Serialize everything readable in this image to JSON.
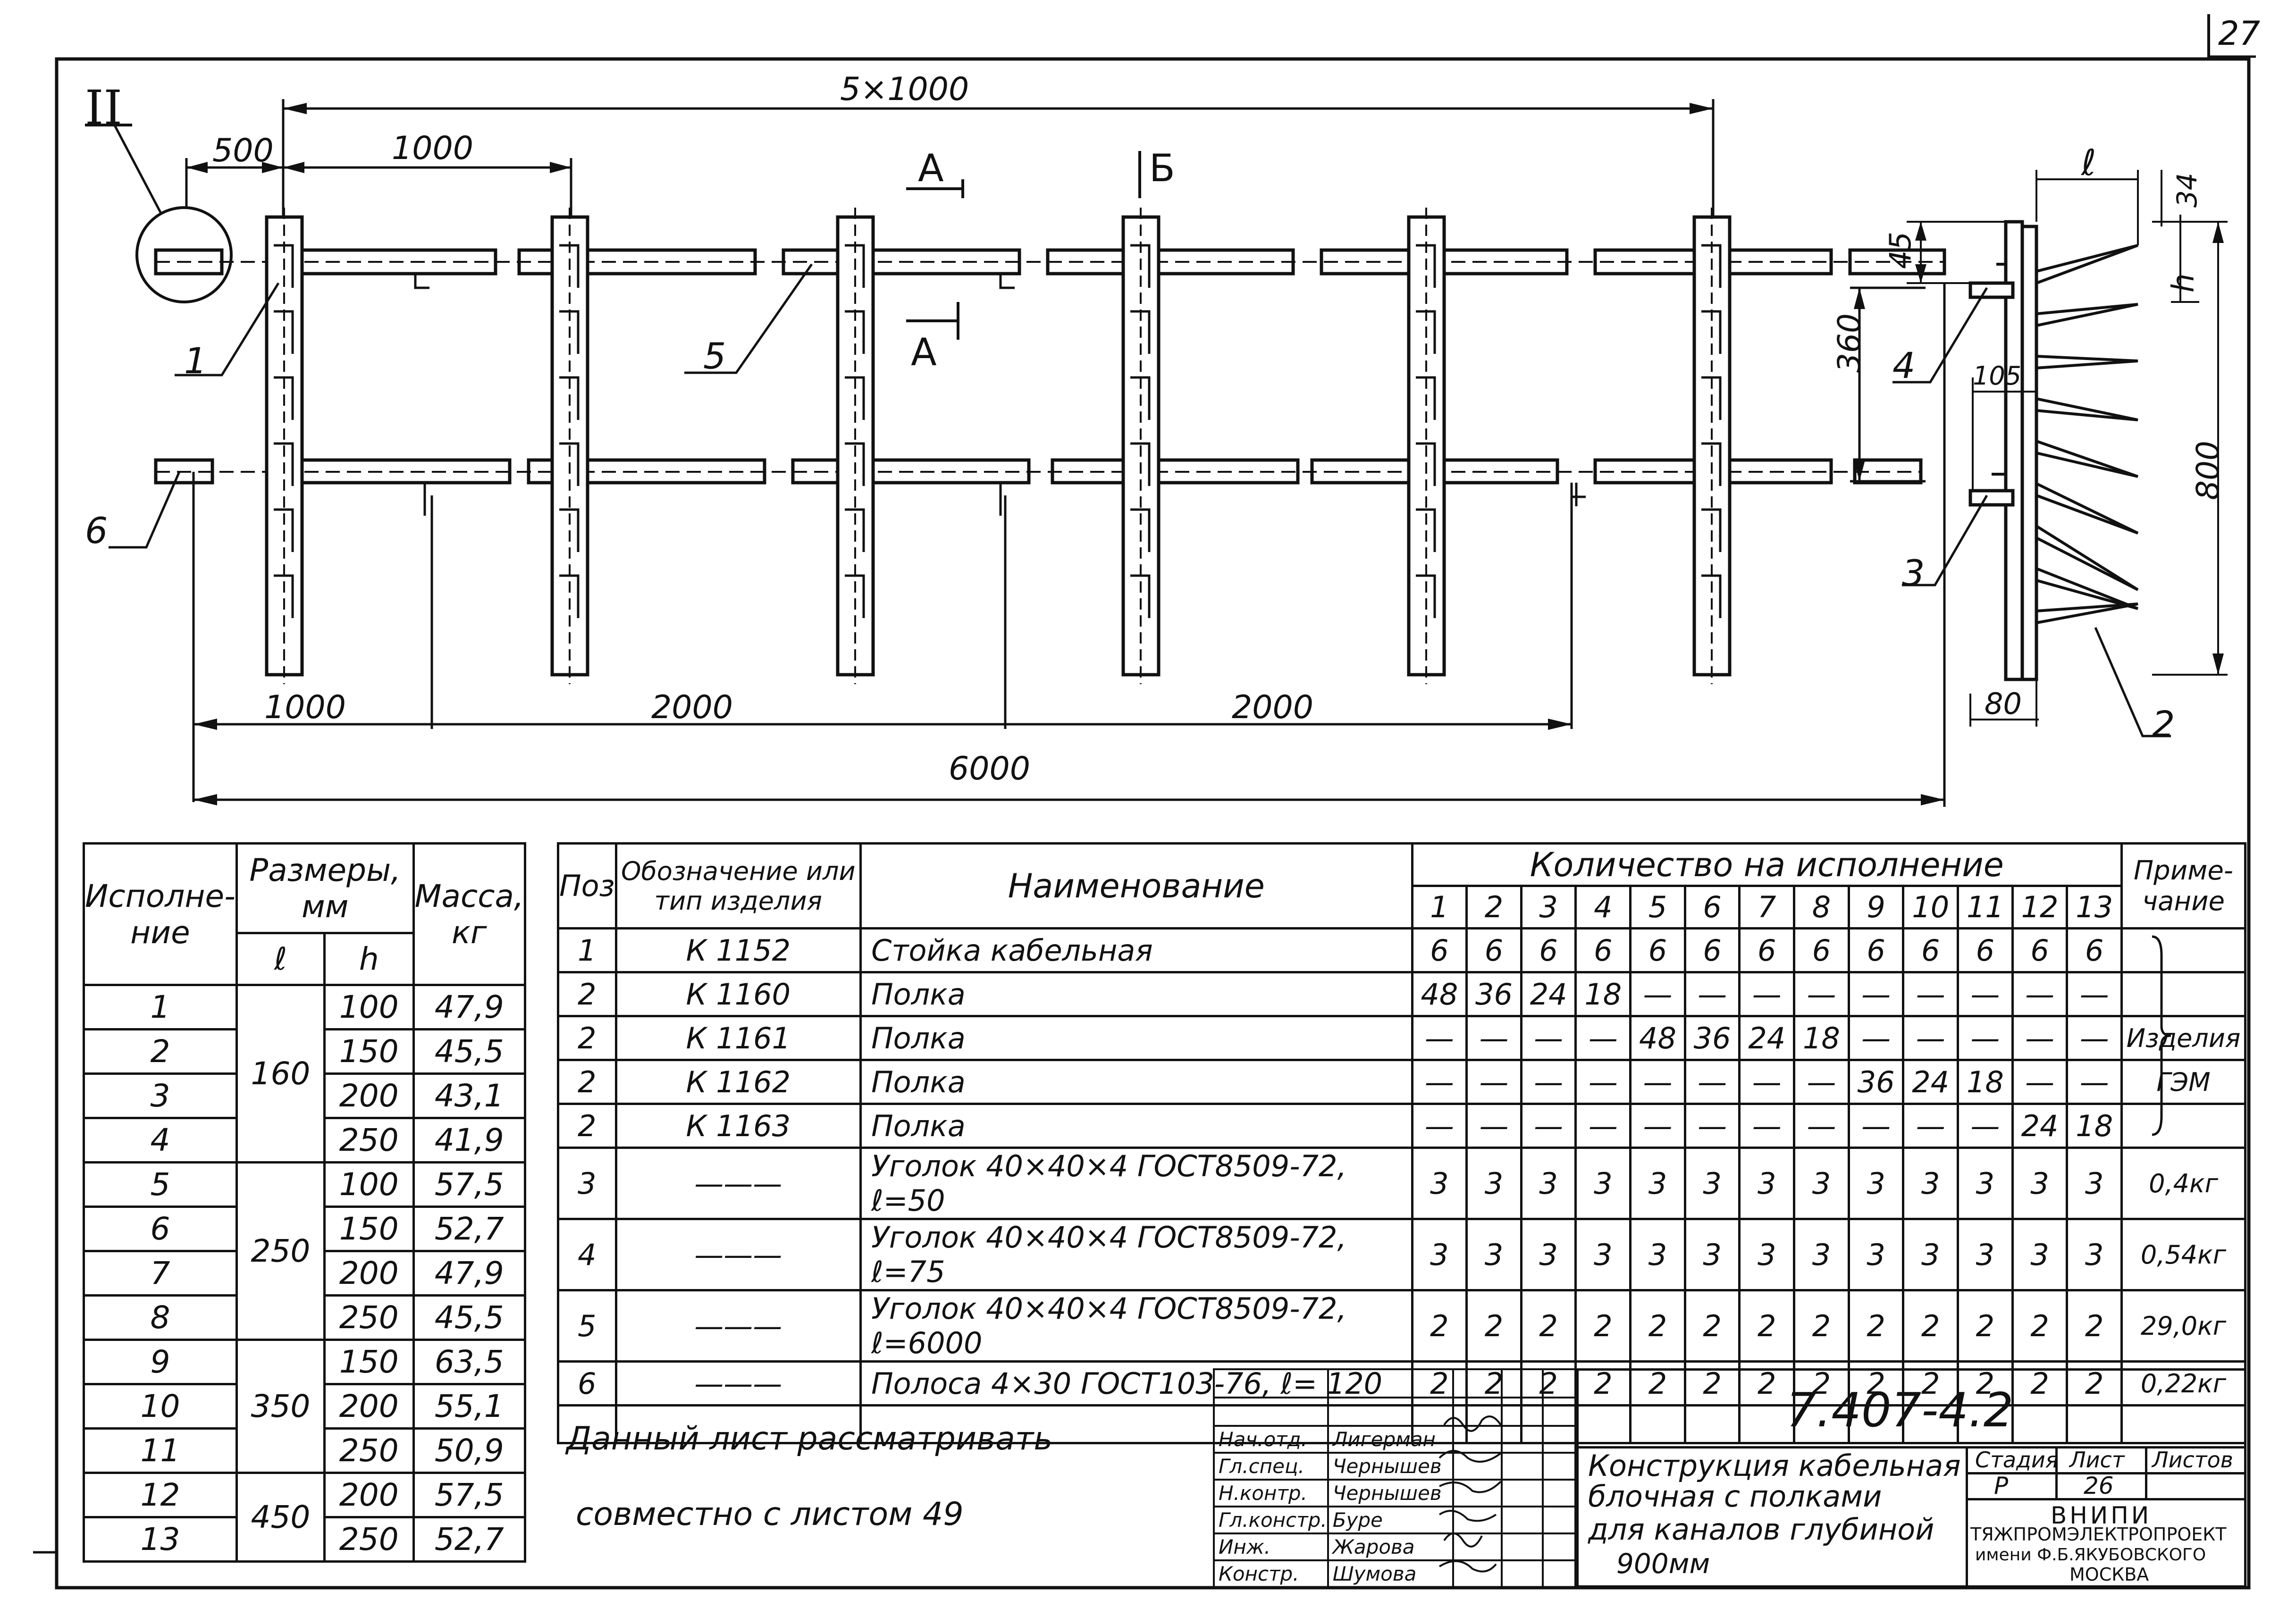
{
  "sheet_number": "27",
  "drawing": {
    "view_marker": "II",
    "dims": {
      "top_total": "5×1000",
      "top_left_offset": "500",
      "top_span": "1000",
      "bottom_left": "1000",
      "bottom_mid1": "2000",
      "bottom_mid2": "2000",
      "bottom_total": "6000",
      "vertical_gap": "360"
    },
    "section_a_top": "А",
    "section_a_bottom": "А",
    "section_b": "Б",
    "callouts": [
      "1",
      "5",
      "6"
    ],
    "side_view": {
      "dim_l": "ℓ",
      "dim_34": "34",
      "dim_45": "45",
      "dim_h": "h",
      "dim_105": "105",
      "dim_800": "800",
      "dim_80": "80",
      "callouts": [
        "4",
        "3",
        "2"
      ]
    }
  },
  "sizes_table": {
    "headers": {
      "variant": "Исполне-ние",
      "sizes": "Размеры, мм",
      "l": "ℓ",
      "h": "h",
      "mass": "Масса, кг"
    },
    "groups": [
      {
        "l": "160",
        "rows": [
          {
            "n": "1",
            "h": "100",
            "m": "47,9"
          },
          {
            "n": "2",
            "h": "150",
            "m": "45,5"
          },
          {
            "n": "3",
            "h": "200",
            "m": "43,1"
          },
          {
            "n": "4",
            "h": "250",
            "m": "41,9"
          }
        ]
      },
      {
        "l": "250",
        "rows": [
          {
            "n": "5",
            "h": "100",
            "m": "57,5"
          },
          {
            "n": "6",
            "h": "150",
            "m": "52,7"
          },
          {
            "n": "7",
            "h": "200",
            "m": "47,9"
          },
          {
            "n": "8",
            "h": "250",
            "m": "45,5"
          }
        ]
      },
      {
        "l": "350",
        "rows": [
          {
            "n": "9",
            "h": "150",
            "m": "63,5"
          },
          {
            "n": "10",
            "h": "200",
            "m": "55,1"
          },
          {
            "n": "11",
            "h": "250",
            "m": "50,9"
          }
        ]
      },
      {
        "l": "450",
        "rows": [
          {
            "n": "12",
            "h": "200",
            "m": "57,5"
          },
          {
            "n": "13",
            "h": "250",
            "m": "52,7"
          }
        ]
      }
    ]
  },
  "spec_table": {
    "headers": {
      "pos": "Поз",
      "designation": "Обозначение или тип изделия",
      "name": "Наименование",
      "quantity": "Количество на исполнение",
      "note": "Приме-чание"
    },
    "variant_numbers": [
      "1",
      "2",
      "3",
      "4",
      "5",
      "6",
      "7",
      "8",
      "9",
      "10",
      "11",
      "12",
      "13"
    ],
    "rows": [
      {
        "pos": "1",
        "des": "К 1152",
        "name": "Стойка кабельная",
        "q": [
          "6",
          "6",
          "6",
          "6",
          "6",
          "6",
          "6",
          "6",
          "6",
          "6",
          "6",
          "6",
          "6"
        ],
        "note": ""
      },
      {
        "pos": "2",
        "des": "К 1160",
        "name": "Полка",
        "q": [
          "48",
          "36",
          "24",
          "18",
          "—",
          "—",
          "—",
          "—",
          "—",
          "—",
          "—",
          "—",
          "—"
        ],
        "note": ""
      },
      {
        "pos": "2",
        "des": "К 1161",
        "name": "Полка",
        "q": [
          "—",
          "—",
          "—",
          "—",
          "48",
          "36",
          "24",
          "18",
          "—",
          "—",
          "—",
          "—",
          "—"
        ],
        "note": "Изделия"
      },
      {
        "pos": "2",
        "des": "К 1162",
        "name": "Полка",
        "q": [
          "—",
          "—",
          "—",
          "—",
          "—",
          "—",
          "—",
          "—",
          "36",
          "24",
          "18",
          "—",
          "—"
        ],
        "note": "ГЭМ"
      },
      {
        "pos": "2",
        "des": "К 1163",
        "name": "Полка",
        "q": [
          "—",
          "—",
          "—",
          "—",
          "—",
          "—",
          "—",
          "—",
          "—",
          "—",
          "—",
          "24",
          "18"
        ],
        "note": ""
      },
      {
        "pos": "3",
        "des": "———",
        "name": "Уголок 40×40×4 ГОСТ8509-72, ℓ=50",
        "q": [
          "3",
          "3",
          "3",
          "3",
          "3",
          "3",
          "3",
          "3",
          "3",
          "3",
          "3",
          "3",
          "3"
        ],
        "note": "0,4кг"
      },
      {
        "pos": "4",
        "des": "———",
        "name": "Уголок 40×40×4 ГОСТ8509-72, ℓ=75",
        "q": [
          "3",
          "3",
          "3",
          "3",
          "3",
          "3",
          "3",
          "3",
          "3",
          "3",
          "3",
          "3",
          "3"
        ],
        "note": "0,54кг"
      },
      {
        "pos": "5",
        "des": "———",
        "name": "Уголок 40×40×4 ГОСТ8509-72, ℓ=6000",
        "q": [
          "2",
          "2",
          "2",
          "2",
          "2",
          "2",
          "2",
          "2",
          "2",
          "2",
          "2",
          "2",
          "2"
        ],
        "note": "29,0кг"
      },
      {
        "pos": "6",
        "des": "———",
        "name": "Полоса 4×30 ГОСТ103-76, ℓ= 120",
        "q": [
          "2",
          "2",
          "2",
          "2",
          "2",
          "2",
          "2",
          "2",
          "2",
          "2",
          "2",
          "2",
          "2"
        ],
        "note": "0,22кг"
      }
    ]
  },
  "note_text": {
    "line1": "Данный лист рассматривать",
    "line2": "совместно с листом 49"
  },
  "title_block": {
    "code": "7.407-4.2",
    "title_l1": "Конструкция кабельная",
    "title_l2": "блочная с полками",
    "title_l3": "для каналов глубиной",
    "title_l4": "900мм",
    "stage_label": "Стадия",
    "sheet_label": "Лист",
    "sheets_label": "Листов",
    "stage": "Р",
    "sheet": "26",
    "org_l1": "ВНИПИ",
    "org_l2": "ТЯЖПРОМЭЛЕКТРОПРОЕКТ",
    "org_l3": "имени Ф.Б.ЯКУБОВСКОГО",
    "org_l4": "МОСКВА",
    "signers": [
      {
        "role": "Нач.отд.",
        "name": "Лигерман"
      },
      {
        "role": "Гл.спец.",
        "name": "Чернышев"
      },
      {
        "role": "Н.контр.",
        "name": "Чернышев"
      },
      {
        "role": "Гл.констр.",
        "name": "Буре"
      },
      {
        "role": "Инж.",
        "name": "Жарова"
      },
      {
        "role": "Констр.",
        "name": "Шумова"
      }
    ]
  }
}
